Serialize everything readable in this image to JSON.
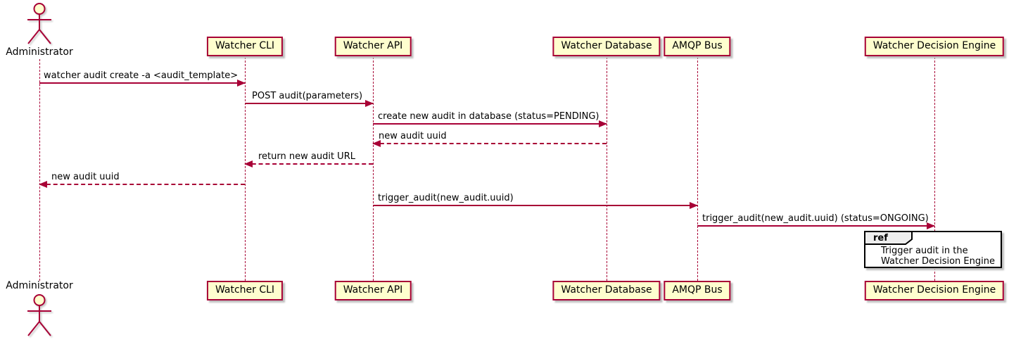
{
  "diagram_type": "sequence",
  "colors": {
    "participant_fill": "#FEFECE",
    "stroke": "#A80036",
    "text": "#000000",
    "ref_border": "#000000",
    "ref_header_fill": "#EEEEEE",
    "background": "#FFFFFF"
  },
  "actor": {
    "label": "Administrator"
  },
  "participants": [
    {
      "label": "Watcher CLI"
    },
    {
      "label": "Watcher API"
    },
    {
      "label": "Watcher Database"
    },
    {
      "label": "AMQP Bus"
    },
    {
      "label": "Watcher Decision Engine"
    }
  ],
  "messages": [
    {
      "label": "watcher audit create -a <audit_template>",
      "from": "Administrator",
      "to": "Watcher CLI",
      "line": "solid"
    },
    {
      "label": "POST audit(parameters)",
      "from": "Watcher CLI",
      "to": "Watcher API",
      "line": "solid"
    },
    {
      "label": "create new audit in database (status=PENDING)",
      "from": "Watcher API",
      "to": "Watcher Database",
      "line": "solid"
    },
    {
      "label": "new audit uuid",
      "from": "Watcher Database",
      "to": "Watcher API",
      "line": "dashed"
    },
    {
      "label": "return new audit URL",
      "from": "Watcher API",
      "to": "Watcher CLI",
      "line": "dashed"
    },
    {
      "label": "new audit uuid",
      "from": "Watcher CLI",
      "to": "Administrator",
      "line": "dashed"
    },
    {
      "label": "trigger_audit(new_audit.uuid)",
      "from": "Watcher API",
      "to": "AMQP Bus",
      "line": "solid"
    },
    {
      "label": "trigger_audit(new_audit.uuid) (status=ONGOING)",
      "from": "AMQP Bus",
      "to": "Watcher Decision Engine",
      "line": "solid"
    }
  ],
  "ref": {
    "keyword": "ref",
    "line1": "Trigger audit in the",
    "line2": "Watcher Decision Engine"
  }
}
